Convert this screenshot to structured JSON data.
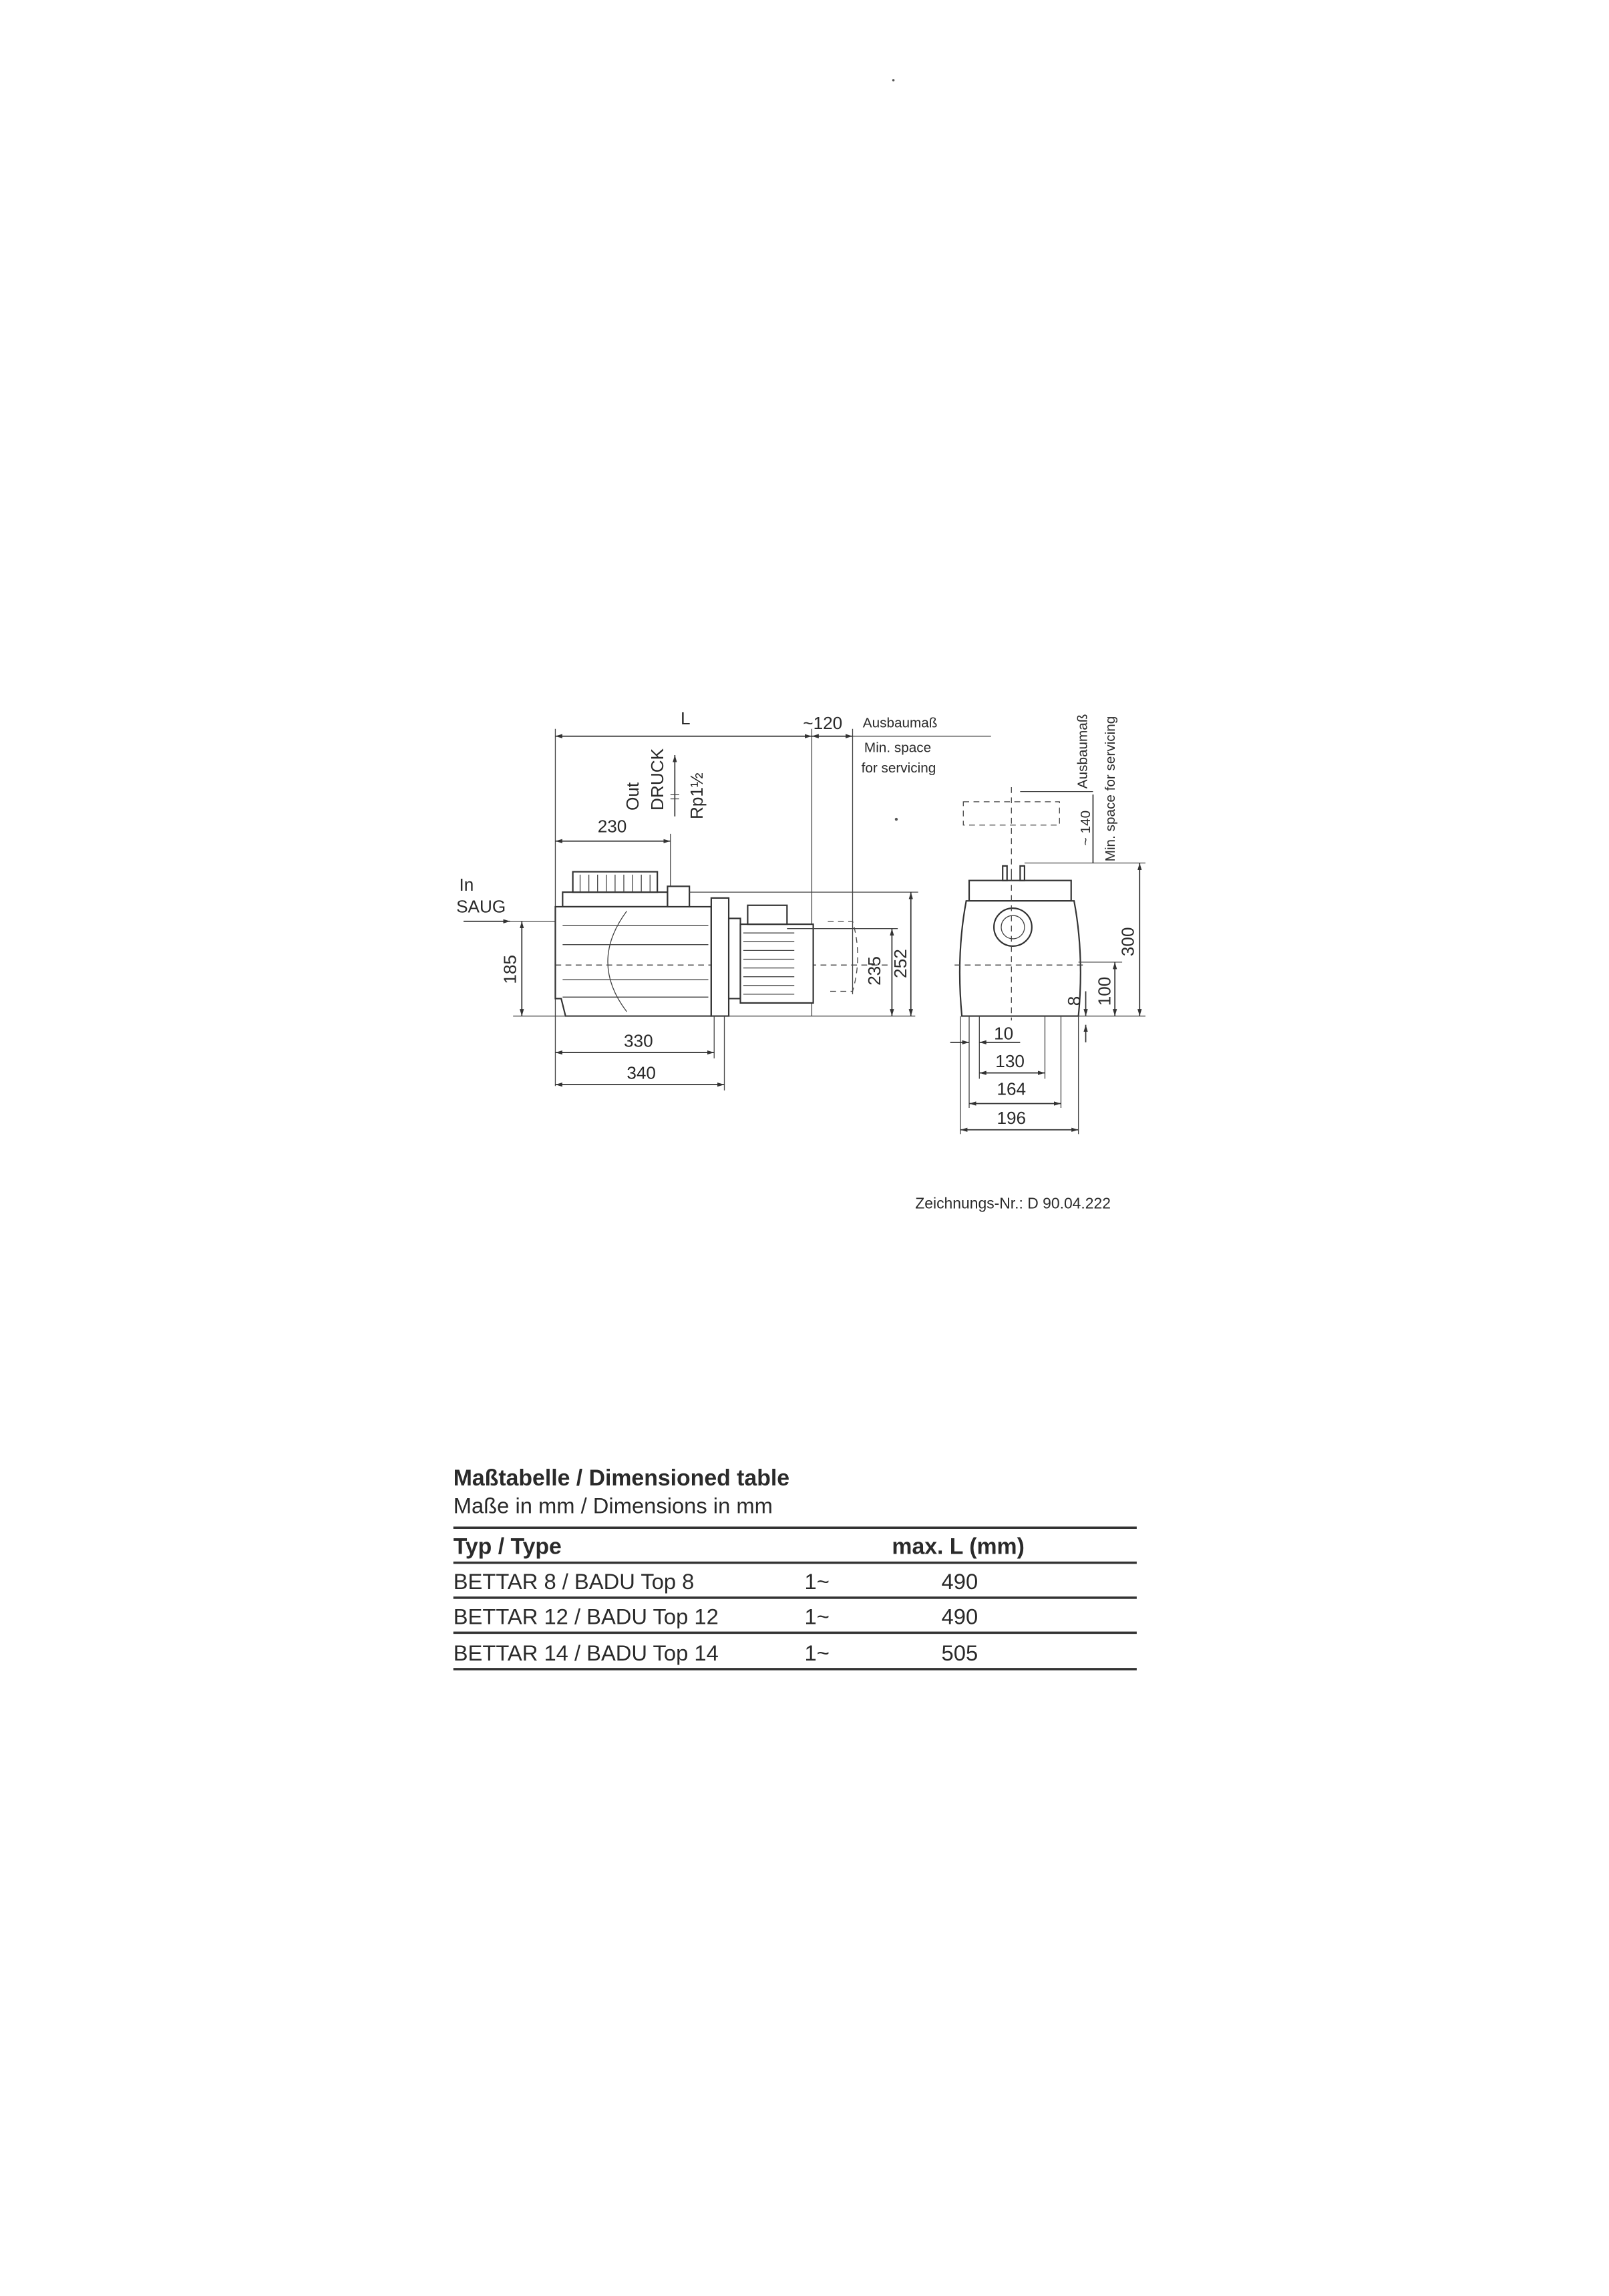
{
  "drawing": {
    "side_view": {
      "length_label": "L",
      "service_space_value": "~120",
      "service_space_de": "Ausbaumaß",
      "service_space_en_1": "Min. space",
      "service_space_en_2": "for servicing",
      "outlet_en": "Out",
      "outlet_de": "DRUCK",
      "outlet_thread": "Rp1½",
      "inlet_en": "In",
      "inlet_de": "SAUG",
      "dim_230": "230",
      "dim_185": "185",
      "dim_235": "235",
      "dim_252": "252",
      "dim_330": "330",
      "dim_340": "340"
    },
    "front_view": {
      "service_space_de": "Ausbaumaß",
      "service_space_en": "Min. space for servicing",
      "service_space_value": "~ 140",
      "dim_300": "300",
      "dim_100": "100",
      "dim_8": "8",
      "dim_10": "10",
      "dim_130": "130",
      "dim_164": "164",
      "dim_196": "196"
    },
    "drawing_number": "Zeichnungs-Nr.: D 90.04.222"
  },
  "table": {
    "title": "Maßtabelle / Dimensioned table",
    "subtitle": "Maße in mm / Dimensions in mm",
    "headers": [
      "Typ / Type",
      "",
      "max. L (mm)"
    ],
    "rows": [
      [
        "BETTAR 8 / BADU Top 8",
        "1~",
        "490"
      ],
      [
        "BETTAR 12 / BADU Top 12",
        "1~",
        "490"
      ],
      [
        "BETTAR 14 / BADU Top 14",
        "1~",
        "505"
      ]
    ]
  }
}
